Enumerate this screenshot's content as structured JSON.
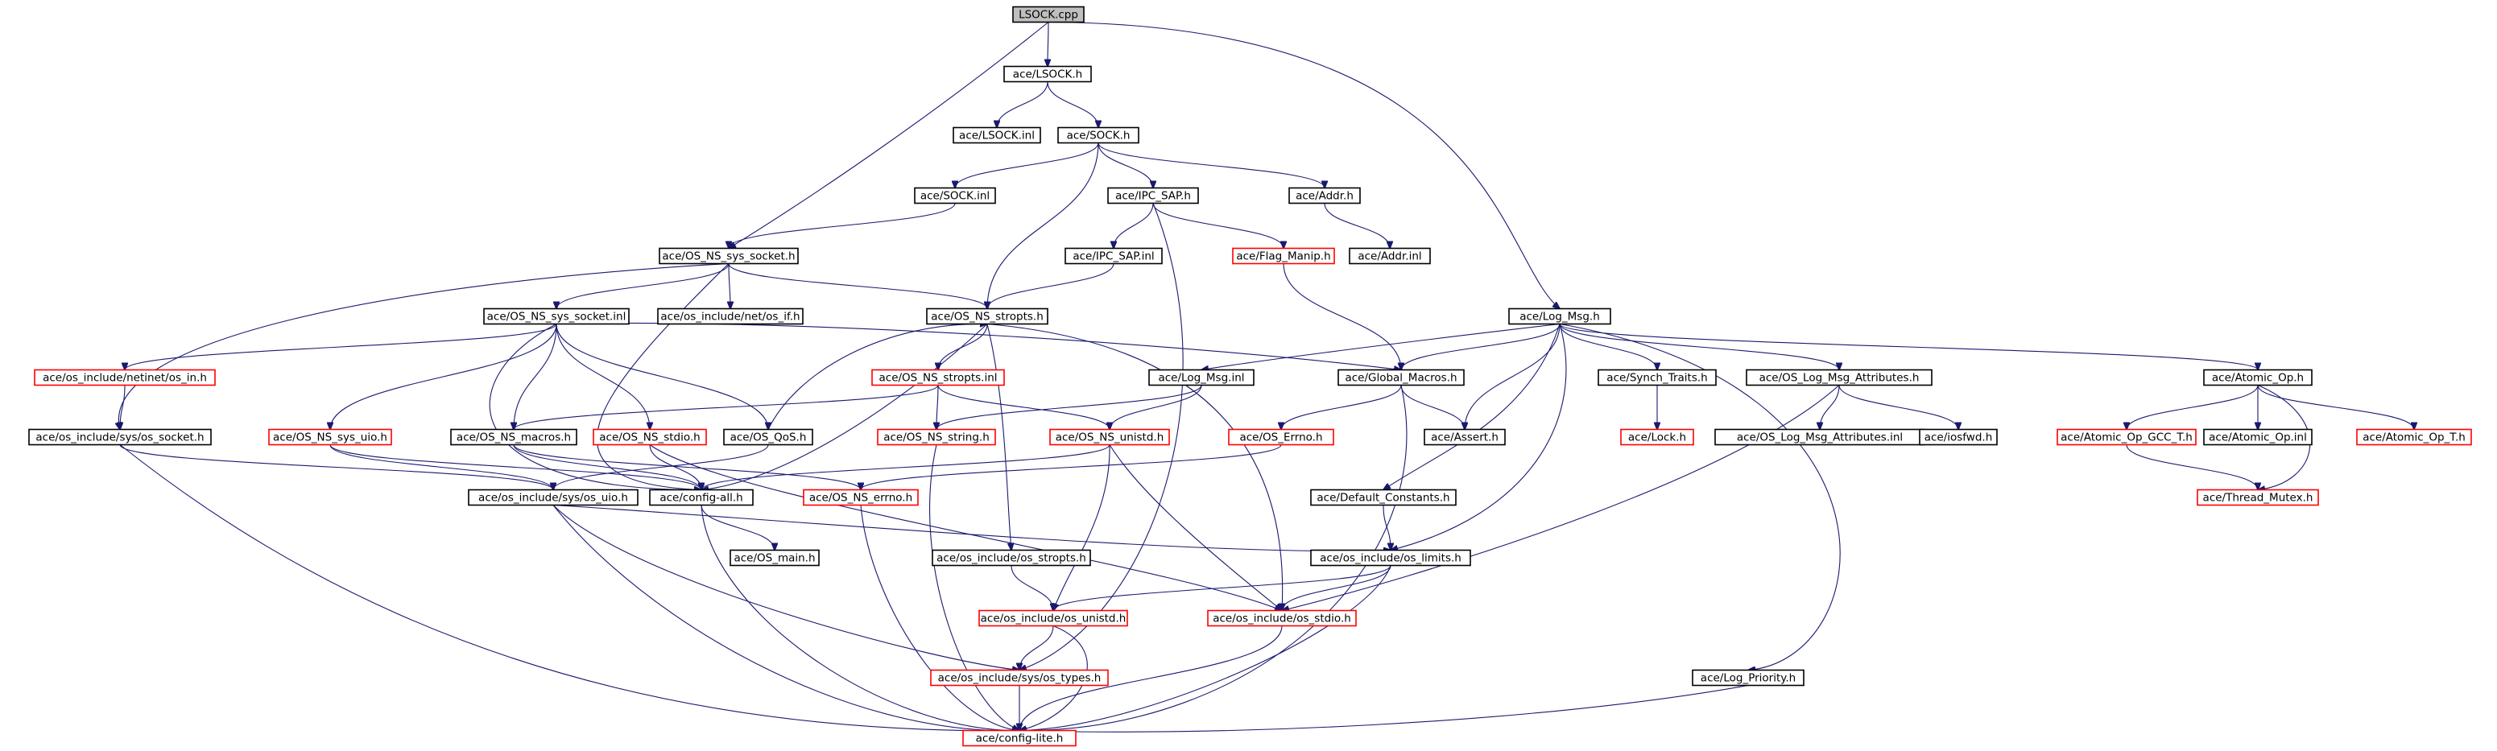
{
  "graph": {
    "title": "",
    "colors": {
      "edge": "#191970",
      "root_fill": "#bfbfbf",
      "root_border": "#000000",
      "node_fill": "#ffffff",
      "node_border": "#000000",
      "undocumented_border": "#ff0000"
    },
    "nodes": [
      {
        "id": "n_lsock_cpp",
        "label": "LSOCK.cpp",
        "kind": "root"
      },
      {
        "id": "n_lsock_h",
        "label": "ace/LSOCK.h",
        "kind": "normal"
      },
      {
        "id": "n_lsock_inl",
        "label": "ace/LSOCK.inl",
        "kind": "normal"
      },
      {
        "id": "n_sock_h",
        "label": "ace/SOCK.h",
        "kind": "normal"
      },
      {
        "id": "n_sock_inl",
        "label": "ace/SOCK.inl",
        "kind": "normal"
      },
      {
        "id": "n_ipc_sap_h",
        "label": "ace/IPC_SAP.h",
        "kind": "normal"
      },
      {
        "id": "n_addr_h",
        "label": "ace/Addr.h",
        "kind": "normal"
      },
      {
        "id": "n_addr_inl",
        "label": "ace/Addr.inl",
        "kind": "normal"
      },
      {
        "id": "n_ipc_sap_inl",
        "label": "ace/IPC_SAP.inl",
        "kind": "normal"
      },
      {
        "id": "n_flag_manip",
        "label": "ace/Flag_Manip.h",
        "kind": "red"
      },
      {
        "id": "n_os_ns_sys_socket_h",
        "label": "ace/OS_NS_sys_socket.h",
        "kind": "normal"
      },
      {
        "id": "n_os_include_net_os_if",
        "label": "ace/os_include/net/os_if.h",
        "kind": "normal"
      },
      {
        "id": "n_os_ns_stropts_h",
        "label": "ace/OS_NS_stropts.h",
        "kind": "normal"
      },
      {
        "id": "n_os_ns_sys_socket_inl",
        "label": "ace/OS_NS_sys_socket.inl",
        "kind": "normal"
      },
      {
        "id": "n_os_include_netinet_os_in",
        "label": "ace/os_include/netinet/os_in.h",
        "kind": "red"
      },
      {
        "id": "n_os_include_sys_os_socket",
        "label": "ace/os_include/sys/os_socket.h",
        "kind": "normal"
      },
      {
        "id": "n_os_ns_sys_uio",
        "label": "ace/OS_NS_sys_uio.h",
        "kind": "red"
      },
      {
        "id": "n_os_ns_macros",
        "label": "ace/OS_NS_macros.h",
        "kind": "normal"
      },
      {
        "id": "n_os_ns_stdio",
        "label": "ace/OS_NS_stdio.h",
        "kind": "red"
      },
      {
        "id": "n_os_qos",
        "label": "ace/OS_QoS.h",
        "kind": "normal"
      },
      {
        "id": "n_os_ns_stropts_inl",
        "label": "ace/OS_NS_stropts.inl",
        "kind": "red"
      },
      {
        "id": "n_os_ns_string",
        "label": "ace/OS_NS_string.h",
        "kind": "red"
      },
      {
        "id": "n_os_ns_unistd",
        "label": "ace/OS_NS_unistd.h",
        "kind": "red"
      },
      {
        "id": "n_os_include_sys_os_uio",
        "label": "ace/os_include/sys/os_uio.h",
        "kind": "normal"
      },
      {
        "id": "n_config_all",
        "label": "ace/config-all.h",
        "kind": "normal"
      },
      {
        "id": "n_os_ns_errno",
        "label": "ace/OS_NS_errno.h",
        "kind": "red"
      },
      {
        "id": "n_os_main",
        "label": "ace/OS_main.h",
        "kind": "normal"
      },
      {
        "id": "n_os_include_os_stropts",
        "label": "ace/os_include/os_stropts.h",
        "kind": "normal"
      },
      {
        "id": "n_os_include_os_unistd",
        "label": "ace/os_include/os_unistd.h",
        "kind": "red"
      },
      {
        "id": "n_os_include_os_stdio",
        "label": "ace/os_include/os_stdio.h",
        "kind": "red"
      },
      {
        "id": "n_os_include_sys_os_types",
        "label": "ace/os_include/sys/os_types.h",
        "kind": "red"
      },
      {
        "id": "n_config_lite",
        "label": "ace/config-lite.h",
        "kind": "red"
      },
      {
        "id": "n_log_msg_h",
        "label": "ace/Log_Msg.h",
        "kind": "normal"
      },
      {
        "id": "n_log_msg_inl",
        "label": "ace/Log_Msg.inl",
        "kind": "normal"
      },
      {
        "id": "n_global_macros",
        "label": "ace/Global_Macros.h",
        "kind": "normal"
      },
      {
        "id": "n_os_errno",
        "label": "ace/OS_Errno.h",
        "kind": "red"
      },
      {
        "id": "n_assert",
        "label": "ace/Assert.h",
        "kind": "normal"
      },
      {
        "id": "n_synch_traits",
        "label": "ace/Synch_Traits.h",
        "kind": "normal"
      },
      {
        "id": "n_lock",
        "label": "ace/Lock.h",
        "kind": "red"
      },
      {
        "id": "n_os_log_msg_attr_h",
        "label": "ace/OS_Log_Msg_Attributes.h",
        "kind": "normal"
      },
      {
        "id": "n_os_log_msg_attr_inl",
        "label": "ace/OS_Log_Msg_Attributes.inl",
        "kind": "normal"
      },
      {
        "id": "n_iosfwd",
        "label": "ace/iosfwd.h",
        "kind": "normal"
      },
      {
        "id": "n_default_constants",
        "label": "ace/Default_Constants.h",
        "kind": "normal"
      },
      {
        "id": "n_os_include_os_limits",
        "label": "ace/os_include/os_limits.h",
        "kind": "normal"
      },
      {
        "id": "n_log_priority",
        "label": "ace/Log_Priority.h",
        "kind": "normal"
      },
      {
        "id": "n_atomic_op_h",
        "label": "ace/Atomic_Op.h",
        "kind": "normal"
      },
      {
        "id": "n_atomic_op_gcc_t",
        "label": "ace/Atomic_Op_GCC_T.h",
        "kind": "red"
      },
      {
        "id": "n_atomic_op_inl",
        "label": "ace/Atomic_Op.inl",
        "kind": "normal"
      },
      {
        "id": "n_atomic_op_t",
        "label": "ace/Atomic_Op_T.h",
        "kind": "red"
      },
      {
        "id": "n_thread_mutex",
        "label": "ace/Thread_Mutex.h",
        "kind": "red"
      }
    ],
    "edges": [
      [
        "n_lsock_cpp",
        "n_lsock_h"
      ],
      [
        "n_lsock_cpp",
        "n_os_ns_sys_socket_h"
      ],
      [
        "n_lsock_cpp",
        "n_log_msg_h"
      ],
      [
        "n_lsock_h",
        "n_lsock_inl"
      ],
      [
        "n_lsock_h",
        "n_sock_h"
      ],
      [
        "n_sock_h",
        "n_sock_inl"
      ],
      [
        "n_sock_h",
        "n_ipc_sap_h"
      ],
      [
        "n_sock_h",
        "n_addr_h"
      ],
      [
        "n_sock_h",
        "n_os_ns_stropts_h"
      ],
      [
        "n_addr_h",
        "n_addr_inl"
      ],
      [
        "n_ipc_sap_h",
        "n_ipc_sap_inl"
      ],
      [
        "n_ipc_sap_h",
        "n_flag_manip"
      ],
      [
        "n_ipc_sap_h",
        "n_os_include_sys_os_types"
      ],
      [
        "n_ipc_sap_inl",
        "n_os_ns_stropts_h"
      ],
      [
        "n_flag_manip",
        "n_global_macros"
      ],
      [
        "n_sock_inl",
        "n_os_ns_sys_socket_h"
      ],
      [
        "n_os_ns_sys_socket_h",
        "n_os_ns_sys_socket_inl"
      ],
      [
        "n_os_ns_sys_socket_h",
        "n_os_include_net_os_if"
      ],
      [
        "n_os_ns_sys_socket_h",
        "n_os_ns_stropts_h"
      ],
      [
        "n_os_ns_sys_socket_h",
        "n_os_include_sys_os_socket"
      ],
      [
        "n_os_ns_sys_socket_h",
        "n_config_all"
      ],
      [
        "n_os_ns_sys_socket_inl",
        "n_os_include_netinet_os_in"
      ],
      [
        "n_os_ns_sys_socket_inl",
        "n_os_ns_sys_uio"
      ],
      [
        "n_os_ns_sys_socket_inl",
        "n_os_ns_macros"
      ],
      [
        "n_os_ns_sys_socket_inl",
        "n_os_ns_stdio"
      ],
      [
        "n_os_ns_sys_socket_inl",
        "n_os_qos"
      ],
      [
        "n_os_ns_sys_socket_inl",
        "n_global_macros"
      ],
      [
        "n_os_ns_sys_socket_inl",
        "n_config_all"
      ],
      [
        "n_os_ns_stropts_h",
        "n_os_ns_stropts_inl"
      ],
      [
        "n_os_ns_stropts_h",
        "n_os_include_os_stropts"
      ],
      [
        "n_os_ns_stropts_h",
        "n_os_include_os_stdio"
      ],
      [
        "n_os_ns_stropts_h",
        "n_config_all"
      ],
      [
        "n_os_ns_stropts_inl",
        "n_os_ns_string"
      ],
      [
        "n_os_ns_stropts_inl",
        "n_os_ns_unistd"
      ],
      [
        "n_os_ns_stropts_inl",
        "n_os_ns_macros"
      ],
      [
        "n_os_qos",
        "n_os_ns_stropts_h"
      ],
      [
        "n_os_qos",
        "n_os_include_sys_os_uio"
      ],
      [
        "n_os_include_netinet_os_in",
        "n_os_include_sys_os_socket"
      ],
      [
        "n_os_include_sys_os_socket",
        "n_os_include_sys_os_uio"
      ],
      [
        "n_os_include_sys_os_socket",
        "n_config_lite"
      ],
      [
        "n_os_ns_sys_uio",
        "n_os_include_sys_os_uio"
      ],
      [
        "n_os_ns_sys_uio",
        "n_config_all"
      ],
      [
        "n_os_ns_macros",
        "n_config_all"
      ],
      [
        "n_os_ns_macros",
        "n_os_ns_errno"
      ],
      [
        "n_os_ns_stdio",
        "n_config_all"
      ],
      [
        "n_os_ns_stdio",
        "n_os_include_os_stdio"
      ],
      [
        "n_os_ns_unistd",
        "n_config_all"
      ],
      [
        "n_os_ns_unistd",
        "n_os_include_os_unistd"
      ],
      [
        "n_os_ns_unistd",
        "n_os_include_os_stdio"
      ],
      [
        "n_os_ns_string",
        "n_config_lite"
      ],
      [
        "n_os_include_sys_os_uio",
        "n_os_include_os_limits"
      ],
      [
        "n_os_include_sys_os_uio",
        "n_os_include_sys_os_types"
      ],
      [
        "n_os_include_sys_os_uio",
        "n_config_lite"
      ],
      [
        "n_config_all",
        "n_os_main"
      ],
      [
        "n_config_all",
        "n_config_lite"
      ],
      [
        "n_os_ns_errno",
        "n_config_lite"
      ],
      [
        "n_os_include_os_stropts",
        "n_os_include_os_unistd"
      ],
      [
        "n_os_include_os_unistd",
        "n_os_include_sys_os_types"
      ],
      [
        "n_os_include_os_unistd",
        "n_config_lite"
      ],
      [
        "n_os_include_os_stdio",
        "n_config_lite"
      ],
      [
        "n_os_include_sys_os_types",
        "n_config_lite"
      ],
      [
        "n_os_include_os_limits",
        "n_os_include_os_unistd"
      ],
      [
        "n_os_include_os_limits",
        "n_os_include_os_stdio"
      ],
      [
        "n_os_include_os_limits",
        "n_config_lite"
      ],
      [
        "n_log_msg_h",
        "n_log_msg_inl"
      ],
      [
        "n_log_msg_h",
        "n_global_macros"
      ],
      [
        "n_log_msg_h",
        "n_assert"
      ],
      [
        "n_log_msg_h",
        "n_synch_traits"
      ],
      [
        "n_log_msg_h",
        "n_os_log_msg_attr_h"
      ],
      [
        "n_log_msg_h",
        "n_atomic_op_h"
      ],
      [
        "n_log_msg_h",
        "n_default_constants"
      ],
      [
        "n_log_msg_h",
        "n_os_include_os_limits"
      ],
      [
        "n_log_msg_h",
        "n_log_priority"
      ],
      [
        "n_log_msg_inl",
        "n_os_ns_string"
      ],
      [
        "n_log_msg_inl",
        "n_os_ns_unistd"
      ],
      [
        "n_global_macros",
        "n_assert"
      ],
      [
        "n_global_macros",
        "n_os_errno"
      ],
      [
        "n_global_macros",
        "n_config_lite"
      ],
      [
        "n_os_errno",
        "n_os_ns_errno"
      ],
      [
        "n_synch_traits",
        "n_lock"
      ],
      [
        "n_os_log_msg_attr_h",
        "n_os_log_msg_attr_inl"
      ],
      [
        "n_os_log_msg_attr_h",
        "n_iosfwd"
      ],
      [
        "n_os_log_msg_attr_h",
        "n_os_include_os_stdio"
      ],
      [
        "n_default_constants",
        "n_os_include_os_limits"
      ],
      [
        "n_log_priority",
        "n_config_lite"
      ],
      [
        "n_atomic_op_h",
        "n_atomic_op_gcc_t"
      ],
      [
        "n_atomic_op_h",
        "n_atomic_op_inl"
      ],
      [
        "n_atomic_op_h",
        "n_atomic_op_t"
      ],
      [
        "n_atomic_op_h",
        "n_thread_mutex"
      ],
      [
        "n_atomic_op_gcc_t",
        "n_thread_mutex"
      ]
    ]
  }
}
